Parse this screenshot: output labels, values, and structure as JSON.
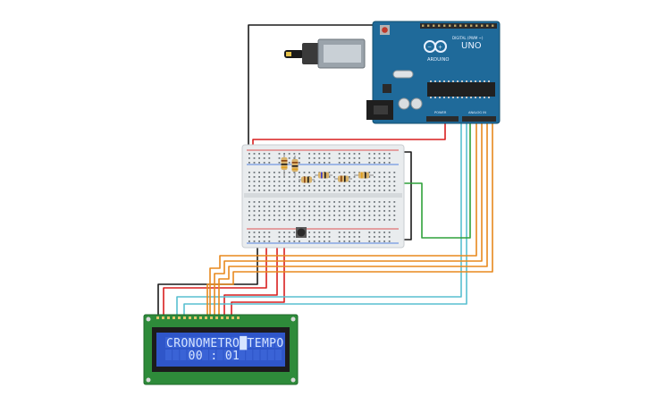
{
  "board": {
    "brand": "ARDUINO",
    "model": "UNO",
    "digital_label": "DIGITAL (PWM ~)",
    "power_label": "POWER",
    "analog_label": "ANALOG IN",
    "color": "#1f6a9a"
  },
  "lcd": {
    "line1": "CRONOMETRO█TEMPO",
    "line2": "   00 : 01",
    "background_color": "#2f56c9",
    "pcb_color": "#2e8b3a"
  },
  "wires": {
    "black": "#1a1a1a",
    "red": "#d81f1f",
    "orange": "#e8891d",
    "cyan": "#58bfd0",
    "green": "#2fa13a"
  },
  "icons": [
    "usb-cable-icon",
    "arduino-logo-icon",
    "push-button-icon",
    "resistor-icon"
  ]
}
